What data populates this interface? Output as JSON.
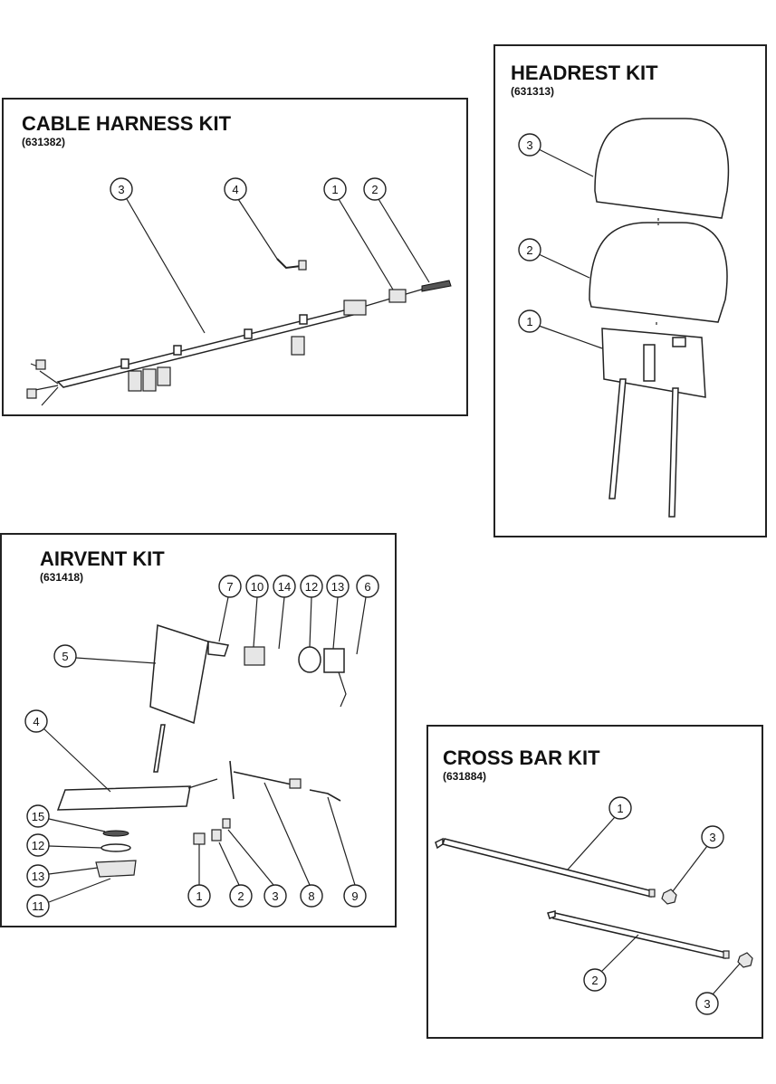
{
  "kits": {
    "cable_harness": {
      "title": "CABLE HARNESS KIT",
      "part_number": "(631382)",
      "callouts": [
        "3",
        "4",
        "1",
        "2"
      ]
    },
    "headrest": {
      "title": "HEADREST KIT",
      "part_number": "(631313)",
      "callouts": [
        "3",
        "2",
        "1"
      ]
    },
    "airvent": {
      "title": "AIRVENT KIT",
      "part_number": "(631418)",
      "callouts": [
        "7",
        "10",
        "14",
        "12",
        "13",
        "6",
        "5",
        "4",
        "15",
        "12",
        "13",
        "11",
        "1",
        "2",
        "3",
        "8",
        "9"
      ]
    },
    "cross_bar": {
      "title": "CROSS BAR KIT",
      "part_number": "(631884)",
      "callouts": [
        "1",
        "3",
        "2",
        "3"
      ]
    }
  },
  "icons": {
    "callout_marker": "numbered-circle",
    "leader_line": "straight-arrow-line"
  }
}
